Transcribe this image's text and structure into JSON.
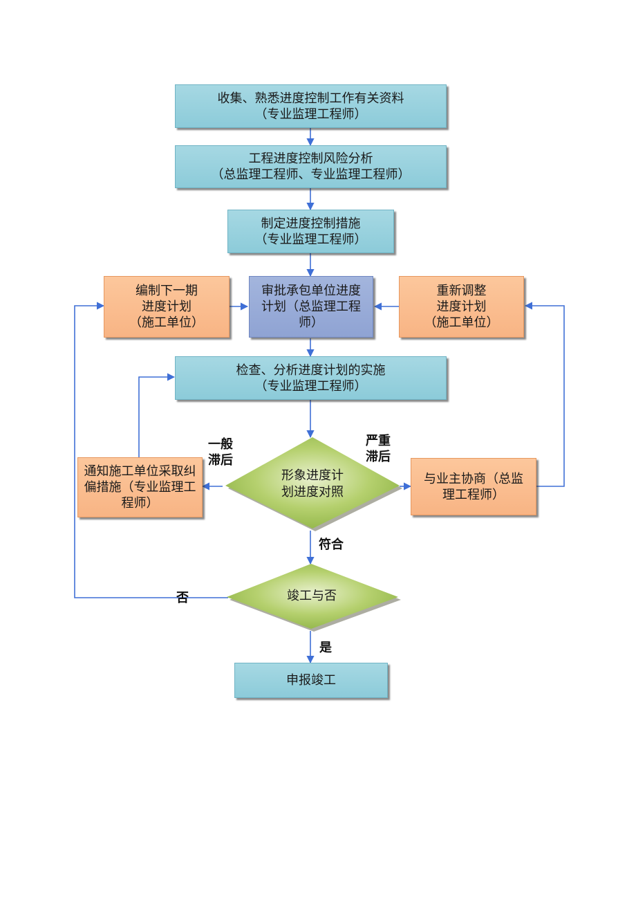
{
  "colors": {
    "box_blue": "#96cfdc",
    "box_orange": "#f9bb8c",
    "box_slate": "#98aad7",
    "diamond_green": "#a3c457",
    "connector": "#3f6fd6"
  },
  "nodes": {
    "collect": {
      "line1": "收集、熟悉进度控制工作有关资料",
      "line2": "（专业监理工程师）"
    },
    "risk": {
      "line1": "工程进度控制风险分析",
      "line2": "（总监理工程师、专业监理工程师）"
    },
    "measures": {
      "line1": "制定进度控制措施",
      "line2": "（专业监理工程师）"
    },
    "next_plan": {
      "line1": "编制下一期",
      "line2": "进度计划",
      "line3": "（施工单位）"
    },
    "approve": {
      "text": "审批承包单位进度计划（总监理工程师）"
    },
    "readjust": {
      "line1": "重新调整",
      "line2": "进度计划",
      "line3": "（施工单位）"
    },
    "check": {
      "line1": "检查、分析进度计划的实施",
      "line2": "（专业监理工程师）"
    },
    "compare": {
      "line1": "形象进度计",
      "line2": "划进度对照"
    },
    "notify": {
      "text": "通知施工单位采取纠偏措施（专业监理工程师）"
    },
    "negotiate": {
      "text": "与业主协商（总监理工程师）"
    },
    "completed": {
      "text": "竣工与否"
    },
    "report": {
      "text": "申报竣工"
    }
  },
  "edge_labels": {
    "minor_delay": {
      "line1": "一般",
      "line2": "滞后"
    },
    "severe_delay": {
      "line1": "严重",
      "line2": "滞后"
    },
    "conform": "符合",
    "no": "否",
    "yes": "是"
  }
}
